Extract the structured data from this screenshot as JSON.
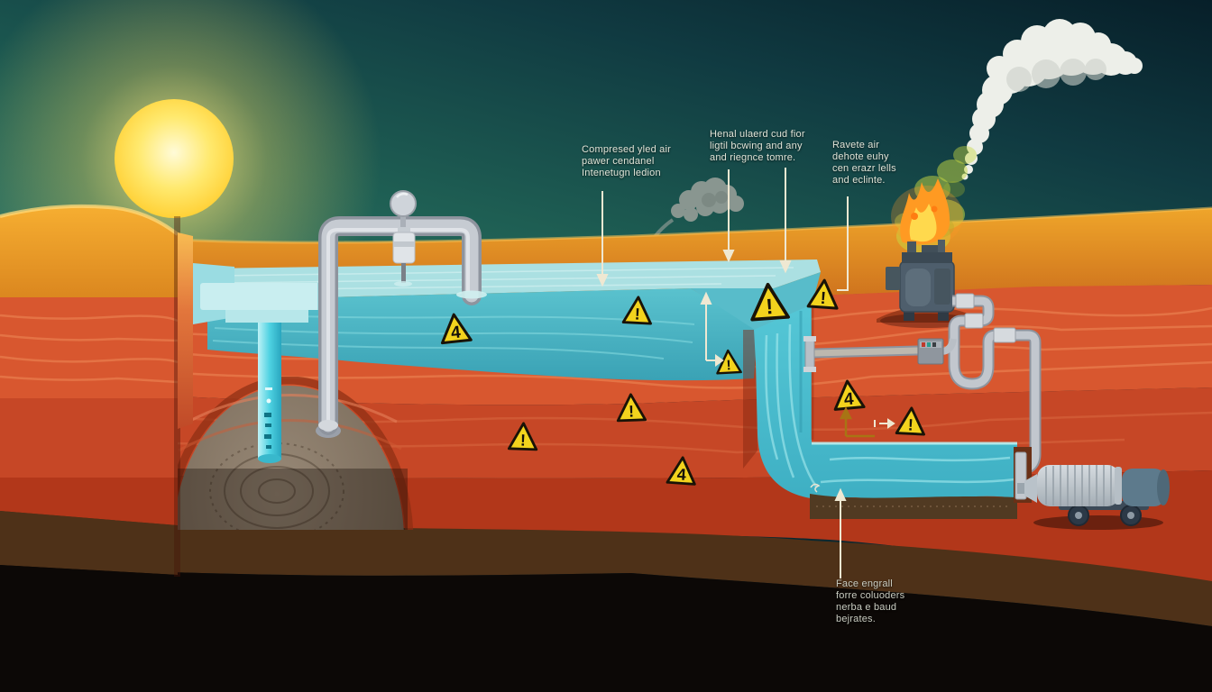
{
  "annotations": {
    "compressed_air": {
      "lines": [
        "Compresed yled air",
        "pawer cendanel",
        "Intenetugn ledion"
      ]
    },
    "heat_used": {
      "lines": [
        "Henal ulaerd cud fior",
        "ligtil bcwing and any",
        "and riegnce tomre."
      ]
    },
    "vented_air": {
      "lines": [
        "Ravete air",
        "dehote euhy",
        "cen erazr lells",
        "and eclinte."
      ]
    },
    "deep_layers": {
      "lines": [
        "Face engrall",
        "forre coluoders",
        "nerba e baud",
        "bejrates."
      ]
    }
  },
  "warnings": {
    "items": [
      {
        "glyph": "4"
      },
      {
        "glyph": "!"
      },
      {
        "glyph": "!"
      },
      {
        "glyph": "!"
      },
      {
        "glyph": "!"
      },
      {
        "glyph": "!"
      },
      {
        "glyph": "!"
      },
      {
        "glyph": "4"
      },
      {
        "glyph": "4"
      },
      {
        "glyph": "!"
      }
    ]
  },
  "colors": {
    "sky_dark": "#0a2830",
    "sky_teal": "#2e7a66",
    "sun": "#ffdf55",
    "sand": "#e59a24",
    "red_layer": "#d8572f",
    "deep_red": "#b2371a",
    "soil_brown": "#4e3118",
    "soil_black": "#0c0806",
    "water": "#4cc3d3",
    "water_surface": "#abe0e2",
    "well_cyan": "#4ed2e2",
    "pipe_gray": "#c2c7ce",
    "warning_yellow": "#f3d31d",
    "flame_orange": "#ff9a22",
    "smoke_green": "#c8d942",
    "smoke_white": "#edefe9",
    "smoke_gray": "#99a09a",
    "machine_slate": "#4e5e6c"
  }
}
